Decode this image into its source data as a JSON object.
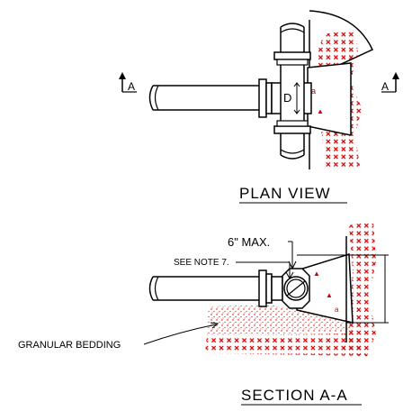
{
  "labels": {
    "section_marker_left": "A",
    "section_marker_right": "A",
    "plan_view_title": "PLAN VIEW",
    "max_dimension": "6\" MAX.",
    "see_note": "SEE NOTE 7.",
    "granular_bedding": "GRANULAR BEDDING",
    "section_title": "SECTION A-A"
  },
  "colors": {
    "line": "#000000",
    "hatch": "#d40000",
    "bedding": "#d40000",
    "background": "#ffffff"
  }
}
